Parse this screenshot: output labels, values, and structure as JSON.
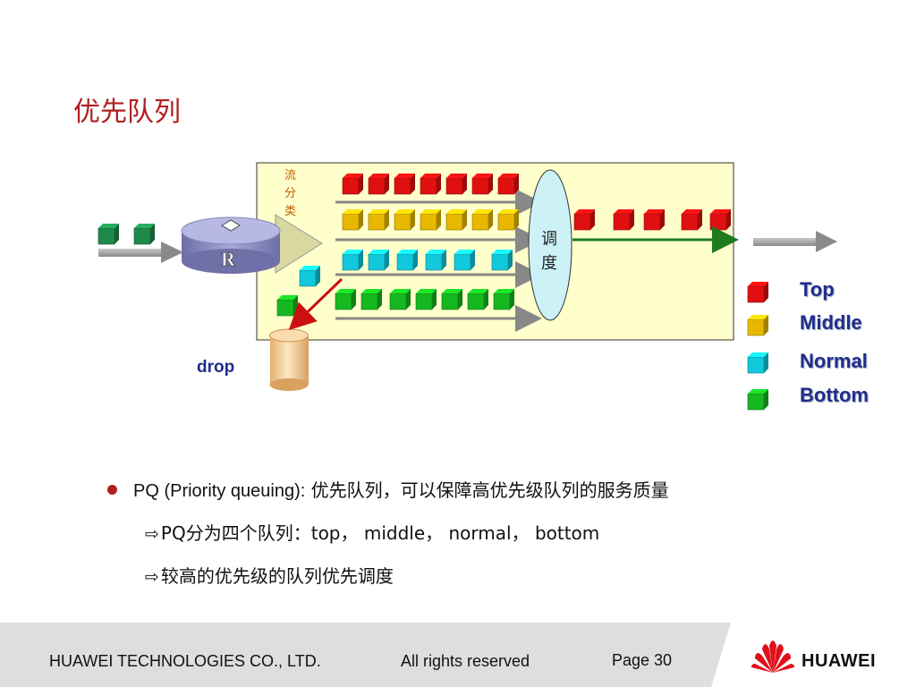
{
  "slide": {
    "title": "优先队列"
  },
  "diagram": {
    "classify_label": "流\n分\n类",
    "scheduler_label": "调\n度",
    "router_label": "R",
    "drop_label": "drop",
    "legend": [
      {
        "label": "Top",
        "color": "#e01010"
      },
      {
        "label": "Middle",
        "color": "#e8b800"
      },
      {
        "label": "Normal",
        "color": "#12c8dc"
      },
      {
        "label": "Bottom",
        "color": "#16b820"
      }
    ],
    "box_color": "#ffffcc",
    "scheduler_color": "#ccf2f8",
    "output_arrow_color": "#1e7a1e",
    "drop_arrow_color": "#cc1010"
  },
  "bullets": {
    "line1_prefix": "PQ (Priority queuing):",
    "line1_text": "优先队列，可以保障高优先级队列的服务质量",
    "line2_arrow": "⇨",
    "line2_text": "PQ分为四个队列：top， middle， normal， bottom",
    "line3_arrow": "⇨",
    "line3_text": "较高的优先级的队列优先调度"
  },
  "footer": {
    "company": "HUAWEI TECHNOLOGIES CO., LTD.",
    "rights": "All rights reserved",
    "page": "Page 30",
    "logo_text": "HUAWEI"
  }
}
